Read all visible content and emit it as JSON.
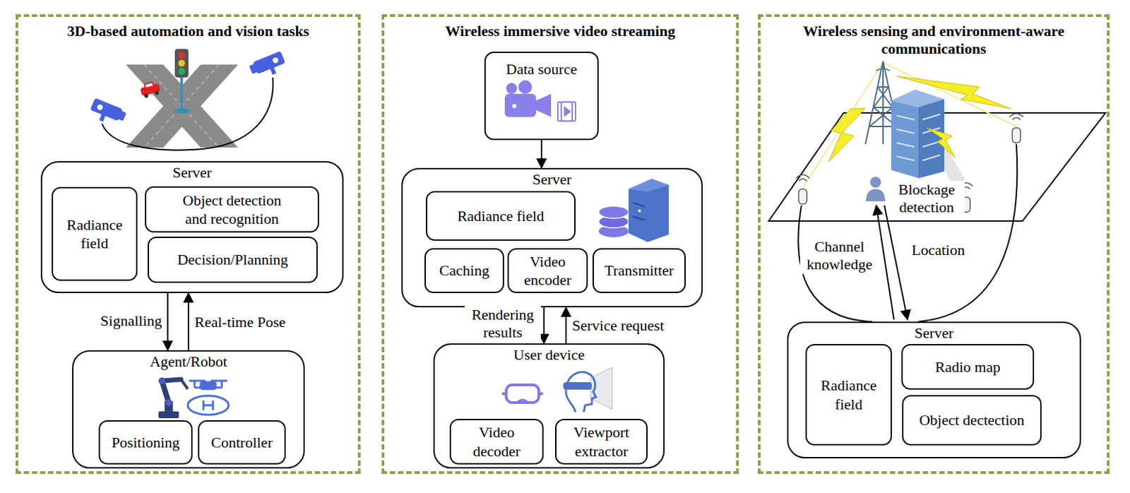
{
  "diagram": {
    "nodes": [
      {
        "text": [
          "3D-based automation and vision tasks"
        ]
      },
      {
        "text": [
          "Server"
        ],
        "in": 0
      },
      {
        "text": [
          "Radiance field"
        ],
        "in": 1
      },
      {
        "text": [
          "Object detection and recognition"
        ],
        "in": 1
      },
      {
        "text": [
          "Decision/Planning"
        ],
        "in": 1
      },
      {
        "text": [
          "Agent/Robot"
        ],
        "in": 0
      },
      {
        "text": [
          "Positioning"
        ],
        "in": 5
      },
      {
        "text": [
          "Controller"
        ],
        "in": 5
      },
      {
        "text": [
          "Wireless immersive video streaming"
        ]
      },
      {
        "text": [
          "Data source"
        ],
        "in": 8
      },
      {
        "text": [
          "Server"
        ],
        "in": 8
      },
      {
        "text": [
          "Radiance field"
        ],
        "in": 10
      },
      {
        "text": [
          "Caching"
        ],
        "in": 10
      },
      {
        "text": [
          "Video encoder"
        ],
        "in": 10
      },
      {
        "text": [
          "Transmitter"
        ],
        "in": 10
      },
      {
        "text": [
          "User device"
        ],
        "in": 8
      },
      {
        "text": [
          "Video decoder"
        ],
        "in": 15
      },
      {
        "text": [
          "Viewport extractor"
        ],
        "in": 15
      },
      {
        "text": [
          "Wireless sensing and environment-aware communications"
        ]
      },
      {
        "text": [
          "Server"
        ],
        "in": 18
      },
      {
        "text": [
          "Radiance field"
        ],
        "in": 19
      },
      {
        "text": [
          "Radio map"
        ],
        "in": 19
      },
      {
        "text": [
          "Object dectection"
        ],
        "in": 19
      }
    ],
    "edges": [
      {
        "from": 1,
        "to": 5,
        "label": "Signalling",
        "arrow": "to"
      },
      {
        "from": 5,
        "to": 1,
        "label": "Real-time Pose",
        "arrow": "to"
      },
      {
        "from": 9,
        "to": 10,
        "arrow": "to"
      },
      {
        "from": 10,
        "to": 15,
        "label": "Rendering results",
        "arrow": "to"
      },
      {
        "from": 15,
        "to": 10,
        "label": "Service request",
        "arrow": "to"
      }
    ],
    "labels": [
      "Blockage detection",
      "Channel knowledge",
      "Location"
    ]
  }
}
